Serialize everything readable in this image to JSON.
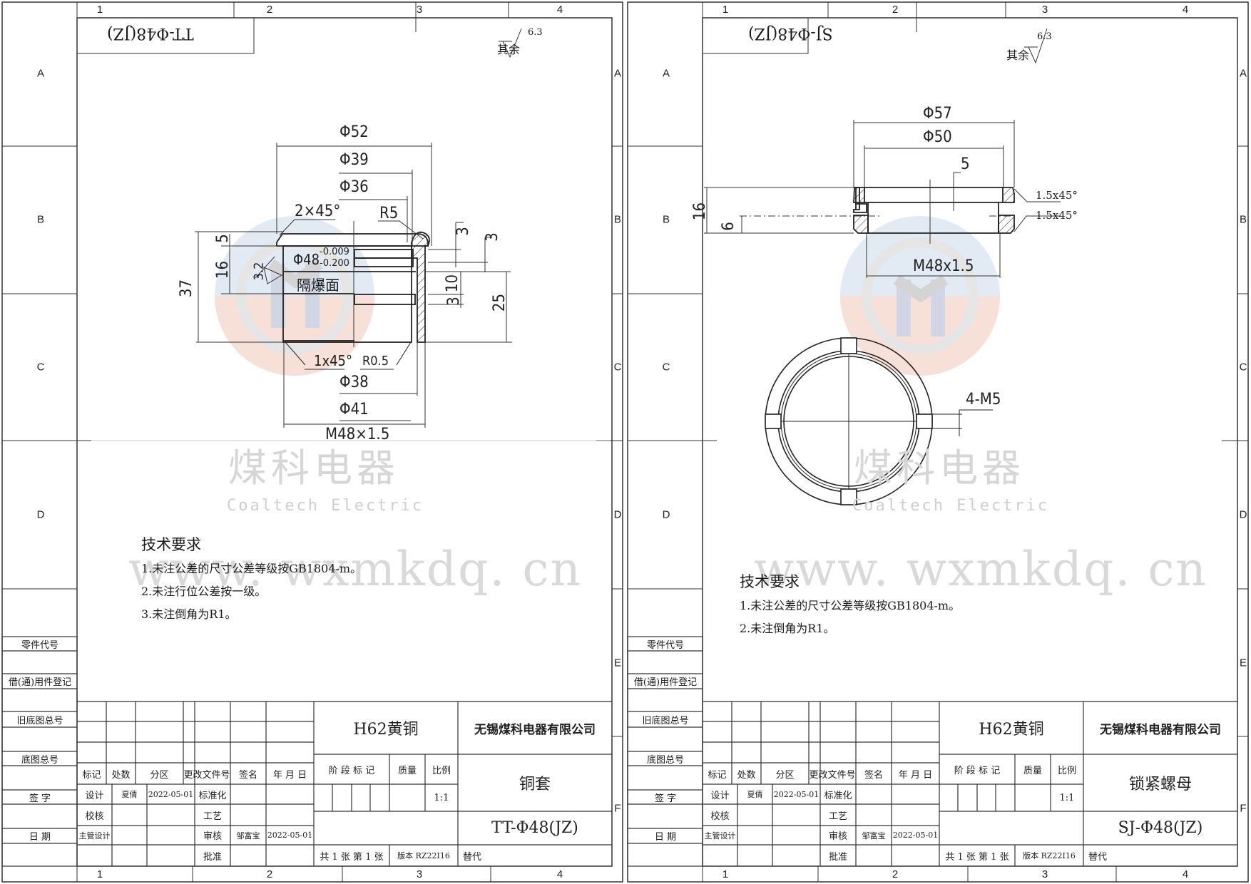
{
  "watermark": {
    "cn": "煤科电器",
    "en": "Coaltech Electric",
    "url": "www. wxmkdq. cn",
    "logo_colors": {
      "top": "#dde8f3",
      "bottom": "#f6d9cf",
      "ring": "#e6e6e6",
      "letter": "#c9cde0"
    }
  },
  "sheets": [
    {
      "id": "left",
      "zone_columns": [
        "1",
        "2",
        "3",
        "4"
      ],
      "zone_rows": [
        "A",
        "B",
        "C",
        "D",
        "E",
        "F"
      ],
      "rotated_code": "TT-Φ48(JZ)",
      "roughness": {
        "label": "其余",
        "value": "6.3"
      },
      "dimensions": {
        "d52": "Φ52",
        "d39": "Φ39",
        "d36": "Φ36",
        "chamfer_top": "2×45°",
        "r5": "R5",
        "h5": "5",
        "h16": "16",
        "h37": "37",
        "d48": "Φ48",
        "tol_upper": "-0.009",
        "tol_lower": "-0.200",
        "rough_face": "3.2",
        "face_label": "隔爆面",
        "g3a": "3",
        "g3b": "3",
        "g10": "10",
        "g3c": "3",
        "h25": "25",
        "chamfer_bot": "1x45°",
        "r05": "R0.5",
        "d38": "Φ38",
        "d41": "Φ41",
        "thread": "M48×1.5"
      },
      "tech_requirements": {
        "heading": "技术要求",
        "items": [
          "1.未注公差的尺寸公差等级按GB1804-m。",
          "2.未注行位公差按一级。",
          "3.未注倒角为R1。"
        ]
      },
      "title_block": {
        "material": "H62黄铜",
        "company": "无锡煤科电器有限公司",
        "part_name": "铜套",
        "drawing_no": "TT-Φ48(JZ)",
        "stage_label": "阶 段 标 记",
        "mass_label": "质量",
        "scale_label": "比例",
        "scale": "1:1",
        "sheet_count": "共 1 张  第 1 张",
        "version": "版本 RZ22I16",
        "replace": "替代",
        "rev_headers": [
          "标记",
          "处数",
          "分区",
          "更改文件号",
          "签名",
          "年 月 日"
        ],
        "design_label": "设计",
        "designer": "夏倩",
        "design_date": "2022-05-01",
        "standard_label": "标准化",
        "check_label": "校核",
        "process_label": "工艺",
        "chief_label": "主管设计",
        "review_label": "审核",
        "reviewer": "邹富宝",
        "review_date": "2022-05-01",
        "approve_label": "批准"
      },
      "side_labels": [
        "零件代号",
        "借(通)用件登记",
        "旧底图总号",
        "底图总号",
        "签 字",
        "日 期"
      ]
    },
    {
      "id": "right",
      "zone_columns": [
        "1",
        "2",
        "3",
        "4"
      ],
      "zone_rows": [
        "A",
        "B",
        "C",
        "D",
        "E",
        "F"
      ],
      "rotated_code": "SJ-Φ48(JZ)",
      "roughness": {
        "label": "其余",
        "value": "6.3"
      },
      "dimensions": {
        "d57": "Φ57",
        "d50": "Φ50",
        "d5": "5",
        "h16": "16",
        "h6": "6",
        "chamfer1": "1.5x45°",
        "chamfer2": "1.5x45°",
        "thread": "M48x1.5",
        "holes": "4-M5"
      },
      "tech_requirements": {
        "heading": "技术要求",
        "items": [
          "1.未注公差的尺寸公差等级按GB1804-m。",
          "2.未注倒角为R1。"
        ]
      },
      "title_block": {
        "material": "H62黄铜",
        "company": "无锡煤科电器有限公司",
        "part_name": "锁紧螺母",
        "drawing_no": "SJ-Φ48(JZ)",
        "stage_label": "阶 段 标 记",
        "mass_label": "质量",
        "scale_label": "比例",
        "scale": "1:1",
        "sheet_count": "共 1 张  第 1 张",
        "version": "版本 RZ22I16",
        "replace": "替代",
        "rev_headers": [
          "标记",
          "处数",
          "分区",
          "更改文件号",
          "签名",
          "年 月 日"
        ],
        "design_label": "设计",
        "designer": "夏倩",
        "design_date": "2022-05-01",
        "standard_label": "标准化",
        "check_label": "校核",
        "process_label": "工艺",
        "chief_label": "主管设计",
        "review_label": "审核",
        "reviewer": "邹富宝",
        "review_date": "2022-05-01",
        "approve_label": "批准"
      },
      "side_labels": [
        "零件代号",
        "借(通)用件登记",
        "旧底图总号",
        "底图总号",
        "签 字",
        "日 期"
      ]
    }
  ]
}
